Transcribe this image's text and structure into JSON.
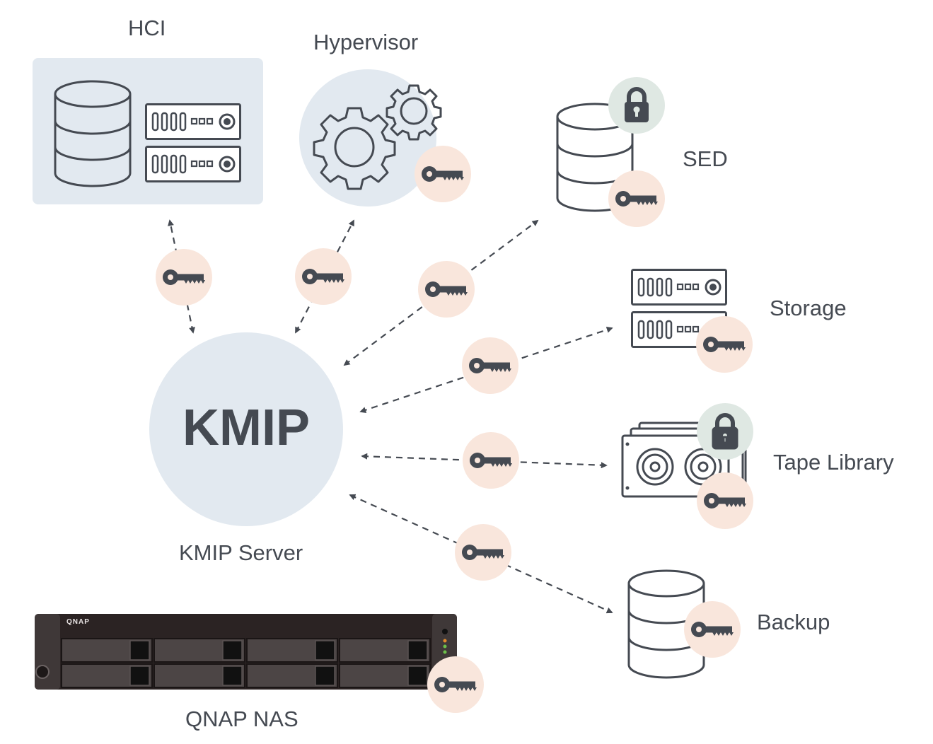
{
  "labels": {
    "hci": "HCI",
    "hypervisor": "Hypervisor",
    "sed": "SED",
    "storage": "Storage",
    "tape_library": "Tape Library",
    "backup": "Backup",
    "kmip": "KMIP",
    "kmip_server": "KMIP Server",
    "qnap_nas": "QNAP NAS",
    "nas_brand": "QNAP"
  },
  "colors": {
    "ink": "#454a52",
    "panel": "#e2e9f0",
    "key_badge": "#f9e6dc",
    "lock_badge": "#dfe8e3",
    "nas_body": "#2b2323"
  }
}
